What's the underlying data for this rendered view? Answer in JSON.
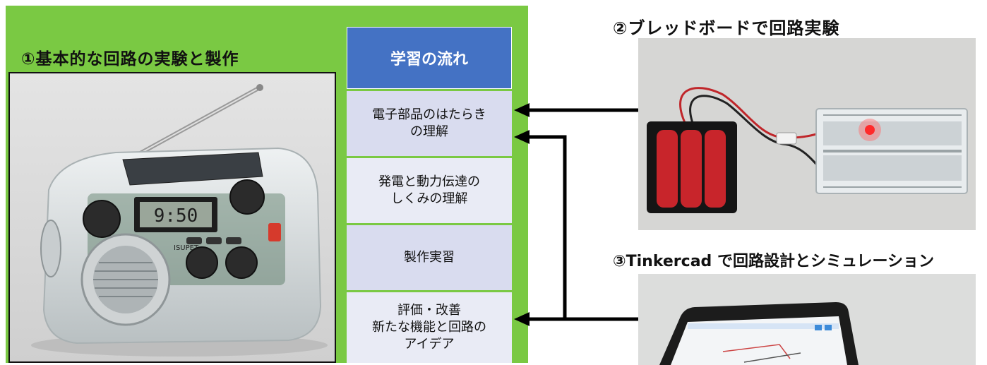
{
  "titles": {
    "step1": "①基本的な回路の実験と製作",
    "step2": "②ブレッドボードで回路実験",
    "step3": "③Tinkercad で回路設計とシミュレーション"
  },
  "flow": {
    "header": "学習の流れ",
    "items": [
      "電子部品のはたらき\nの理解",
      "発電と動力伝達の\nしくみの理解",
      "製作実習",
      "評価・改善\n新たな機能と回路の\nアイデア"
    ]
  },
  "radio": {
    "clock": "9:50",
    "brand": "ISUPET"
  },
  "colors": {
    "panel_green": "#7ac943",
    "flow_header_blue": "#4472c4",
    "flow_item": "#d9dcef"
  }
}
